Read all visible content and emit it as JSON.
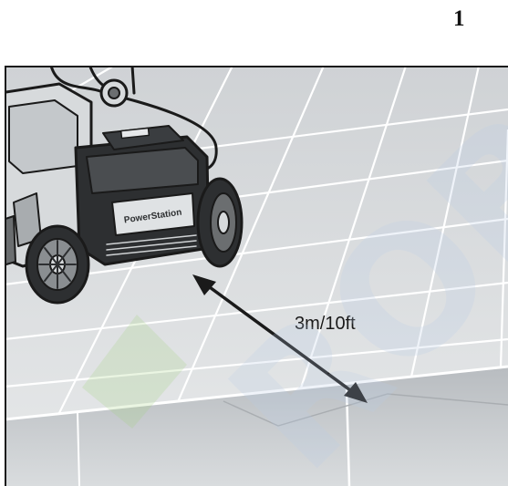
{
  "page": {
    "step_number": "1"
  },
  "illustration": {
    "distance_label": "3m/10ft",
    "device_brand_text": "PowerStation",
    "subject": "pool-robot-power-supply"
  },
  "watermark": {
    "text": "ROBO",
    "color": "#b9cde8",
    "accent_color": "#9fd37a"
  },
  "colors": {
    "outline": "#1a1a1a",
    "deck_top": "#cfd2d5",
    "deck_bottom": "#e7e9ea",
    "pool_edge": "#b8bcc0"
  }
}
